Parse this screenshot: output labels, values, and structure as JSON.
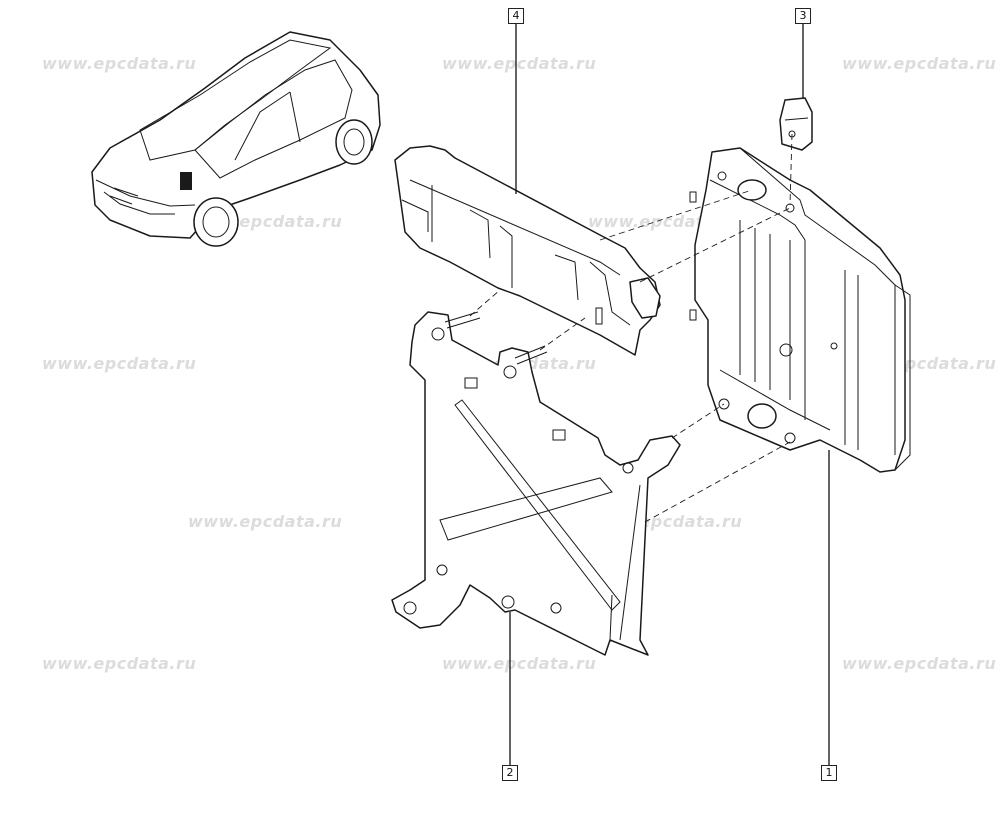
{
  "watermark": {
    "text": "www.epcdata.ru"
  },
  "callouts": [
    {
      "id": "1",
      "label": "1"
    },
    {
      "id": "2",
      "label": "2"
    },
    {
      "id": "3",
      "label": "3"
    },
    {
      "id": "4",
      "label": "4"
    }
  ],
  "colors": {
    "line": "#1a1a1a",
    "watermark": "#dcdcdc",
    "background": "#ffffff"
  }
}
